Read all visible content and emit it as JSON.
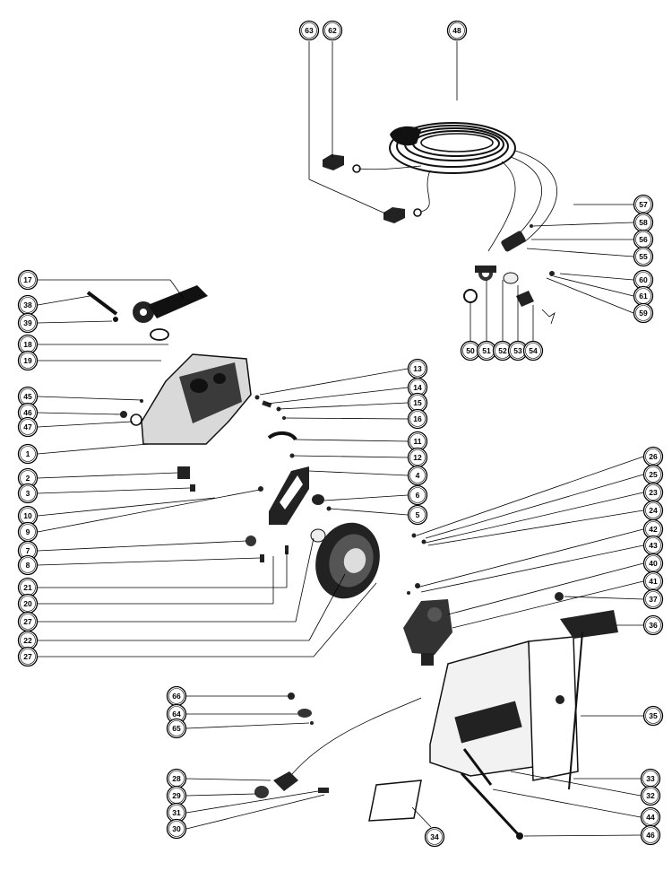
{
  "callouts": [
    {
      "id": "c63",
      "label": "63"
    },
    {
      "id": "c62",
      "label": "62"
    },
    {
      "id": "c48",
      "label": "48"
    },
    {
      "id": "c57",
      "label": "57"
    },
    {
      "id": "c58",
      "label": "58"
    },
    {
      "id": "c56",
      "label": "56"
    },
    {
      "id": "c55",
      "label": "55"
    },
    {
      "id": "c60",
      "label": "60"
    },
    {
      "id": "c61",
      "label": "61"
    },
    {
      "id": "c59",
      "label": "59"
    },
    {
      "id": "c50",
      "label": "50"
    },
    {
      "id": "c51",
      "label": "51"
    },
    {
      "id": "c52",
      "label": "52"
    },
    {
      "id": "c53",
      "label": "53"
    },
    {
      "id": "c54",
      "label": "54"
    },
    {
      "id": "c17",
      "label": "17"
    },
    {
      "id": "c38",
      "label": "38"
    },
    {
      "id": "c39",
      "label": "39"
    },
    {
      "id": "c18",
      "label": "18"
    },
    {
      "id": "c19",
      "label": "19"
    },
    {
      "id": "c45",
      "label": "45"
    },
    {
      "id": "c46a",
      "label": "46"
    },
    {
      "id": "c47",
      "label": "47"
    },
    {
      "id": "c1",
      "label": "1"
    },
    {
      "id": "c2",
      "label": "2"
    },
    {
      "id": "c3",
      "label": "3"
    },
    {
      "id": "c10",
      "label": "10"
    },
    {
      "id": "c9",
      "label": "9"
    },
    {
      "id": "c7",
      "label": "7"
    },
    {
      "id": "c8",
      "label": "8"
    },
    {
      "id": "c21",
      "label": "21"
    },
    {
      "id": "c20",
      "label": "20"
    },
    {
      "id": "c27a",
      "label": "27"
    },
    {
      "id": "c22",
      "label": "22"
    },
    {
      "id": "c27b",
      "label": "27"
    },
    {
      "id": "c13",
      "label": "13"
    },
    {
      "id": "c14",
      "label": "14"
    },
    {
      "id": "c15",
      "label": "15"
    },
    {
      "id": "c16",
      "label": "16"
    },
    {
      "id": "c11",
      "label": "11"
    },
    {
      "id": "c12",
      "label": "12"
    },
    {
      "id": "c4",
      "label": "4"
    },
    {
      "id": "c6",
      "label": "6"
    },
    {
      "id": "c5",
      "label": "5"
    },
    {
      "id": "c26",
      "label": "26"
    },
    {
      "id": "c25",
      "label": "25"
    },
    {
      "id": "c23",
      "label": "23"
    },
    {
      "id": "c24",
      "label": "24"
    },
    {
      "id": "c42",
      "label": "42"
    },
    {
      "id": "c43",
      "label": "43"
    },
    {
      "id": "c40",
      "label": "40"
    },
    {
      "id": "c41",
      "label": "41"
    },
    {
      "id": "c37",
      "label": "37"
    },
    {
      "id": "c36",
      "label": "36"
    },
    {
      "id": "c35",
      "label": "35"
    },
    {
      "id": "c66",
      "label": "66"
    },
    {
      "id": "c64",
      "label": "64"
    },
    {
      "id": "c65",
      "label": "65"
    },
    {
      "id": "c28",
      "label": "28"
    },
    {
      "id": "c29",
      "label": "29"
    },
    {
      "id": "c31",
      "label": "31"
    },
    {
      "id": "c30",
      "label": "30"
    },
    {
      "id": "c34",
      "label": "34"
    },
    {
      "id": "c33",
      "label": "33"
    },
    {
      "id": "c32",
      "label": "32"
    },
    {
      "id": "c44",
      "label": "44"
    },
    {
      "id": "c46b",
      "label": "46"
    }
  ]
}
